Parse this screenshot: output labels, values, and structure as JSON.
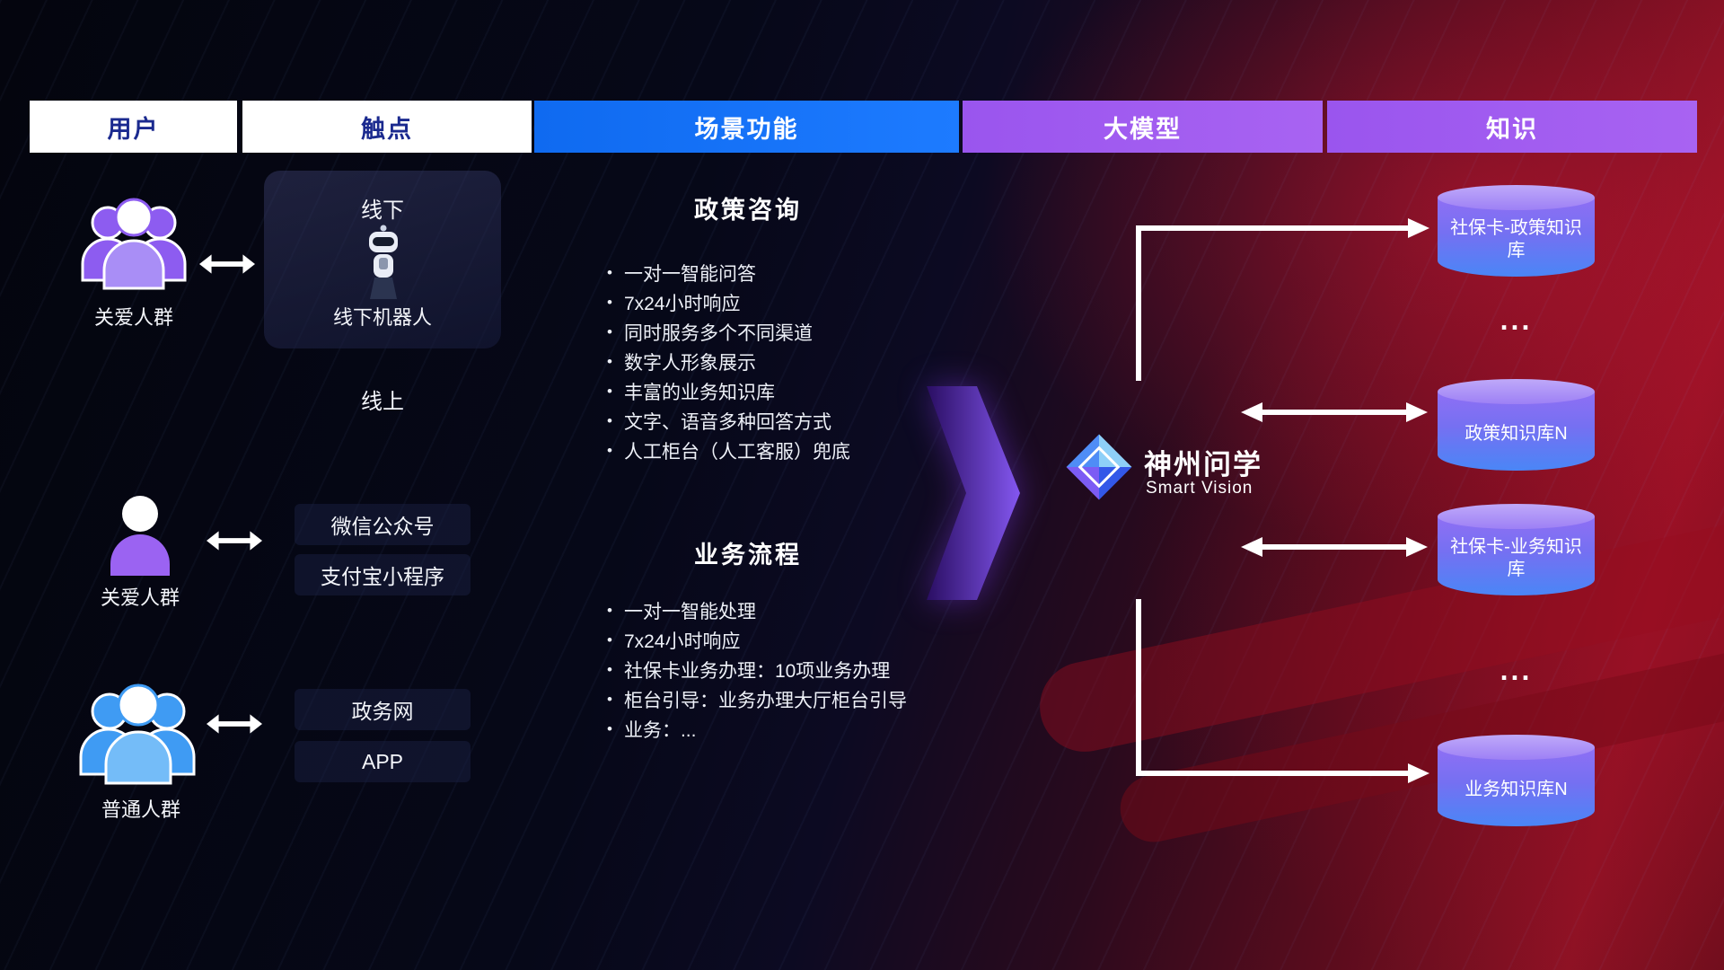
{
  "headers": [
    {
      "label": "用户"
    },
    {
      "label": "触点"
    },
    {
      "label": "场景功能"
    },
    {
      "label": "大模型"
    },
    {
      "label": "知识"
    }
  ],
  "users": {
    "groups": [
      {
        "label": "关爱人群"
      },
      {
        "label": "关爱人群"
      },
      {
        "label": "普通人群"
      }
    ]
  },
  "touchpoints": {
    "offline_title": "线下",
    "offline_robot": "线下机器人",
    "online_title": "线上",
    "channels": {
      "wechat": "微信公众号",
      "alipay": "支付宝小程序",
      "gov": "政务网",
      "app": "APP"
    }
  },
  "scenarios": {
    "policy": {
      "title": "政策咨询",
      "items": [
        "一对一智能问答",
        "7x24小时响应",
        "同时服务多个不同渠道",
        "数字人形象展示",
        "丰富的业务知识库",
        "文字、语音多种回答方式",
        "人工柜台（人工客服）兜底"
      ]
    },
    "business": {
      "title": "业务流程",
      "items": [
        "一对一智能处理",
        "7x24小时响应",
        "社保卡业务办理：10项业务办理",
        "柜台引导：业务办理大厅柜台引导",
        "业务：..."
      ]
    }
  },
  "model": {
    "name": "神州问学",
    "subtitle": "Smart Vision"
  },
  "knowledge": {
    "ellipsis": "...",
    "databases": [
      "社保卡-政策知识库",
      "政策知识库N",
      "社保卡-业务知识库",
      "业务知识库N"
    ]
  },
  "colors": {
    "scene_header": "#1373f5",
    "model_header": "#9c5cf0",
    "header_text_dark": "#1b2a8f",
    "cylinder_top": "#bfa9f9",
    "cylinder_purple": "#8f6ff4",
    "cylinder_blue": "#4a86f6",
    "flow_arrow_purple": "#7c4ff0",
    "connector_white": "#ffffff"
  }
}
